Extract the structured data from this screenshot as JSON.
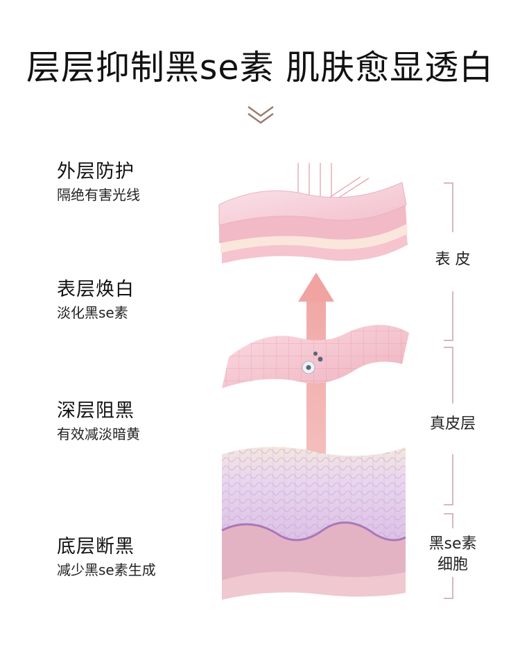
{
  "title": "层层抑制黑se素 肌肤愈显透白",
  "icons": {
    "scroll_hint": "double-chevron-down-icon"
  },
  "colors": {
    "accent": "#9a7a6e",
    "skin_pink": "#f4c6cf",
    "bracket": "#d8b6c2"
  },
  "left_labels": [
    {
      "main": "外层防护",
      "sub": "隔绝有害光线"
    },
    {
      "main": "表层焕白",
      "sub": "淡化黑se素"
    },
    {
      "main": "深层阻黑",
      "sub": "有效减淡暗黄"
    },
    {
      "main": "底层断黑",
      "sub": "减少黑se素生成"
    }
  ],
  "right_labels": {
    "epidermis": "表 皮",
    "dermis": "真皮层",
    "melanocyte_line1": "黑se素",
    "melanocyte_line2": "细胞"
  }
}
